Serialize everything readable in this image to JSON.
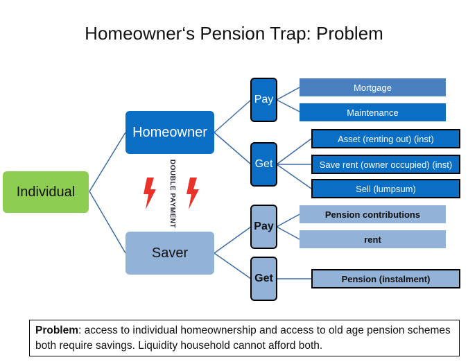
{
  "title": "Homeowner‘s Pension Trap: Problem",
  "nodes": {
    "individual": "Individual",
    "homeowner": "Homeowner",
    "saver": "Saver",
    "homeowner_pay": "Pay",
    "homeowner_get": "Get",
    "saver_pay": "Pay",
    "saver_get": "Get"
  },
  "homeowner_pay_items": [
    "Mortgage",
    "Maintenance"
  ],
  "homeowner_get_items": [
    "Asset (renting out) (inst)",
    "Save rent (owner occupied) (inst)",
    "Sell (lumpsum)"
  ],
  "saver_pay_items": [
    "Pension contributions",
    "rent"
  ],
  "saver_get_items": [
    "Pension (instalment)"
  ],
  "double_payment": "DOUBLE PAYMENT",
  "problem": {
    "label": "Problem",
    "text": ": access to individual homeownership and access to old age pension schemes both require savings. Liquidity household cannot afford both."
  },
  "colors": {
    "individual": "#8dcd52",
    "homeowner": "#0a6fc4",
    "saver": "#93b2d8",
    "mortgage": "#4a7fc0",
    "lightning": "#e8322a",
    "connector": "#3b6ca8"
  },
  "icons": [
    "lightning-bolt-icon",
    "lightning-bolt-icon"
  ]
}
